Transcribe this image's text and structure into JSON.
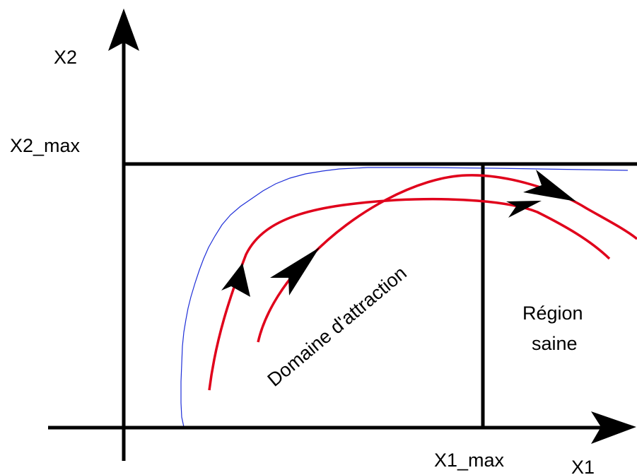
{
  "labels": {
    "y_axis": "X2",
    "x_axis": "X1",
    "y_max": "X2_max",
    "x_max": "X1_max",
    "domain": "Domaine d'attraction",
    "region_line1": "Région",
    "region_line2": "saine"
  },
  "colors": {
    "axes": "#000000",
    "trajectory": "#e0001b",
    "boundary": "#1f2fd8",
    "background": "#ffffff"
  }
}
